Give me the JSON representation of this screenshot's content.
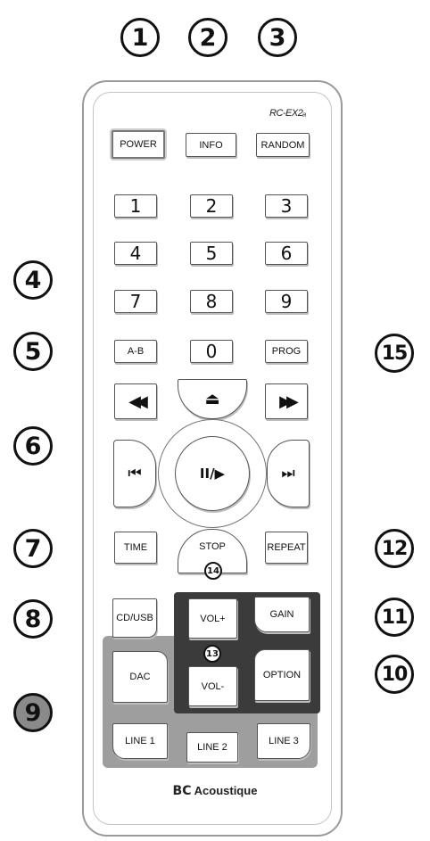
{
  "callouts": {
    "c1": "1",
    "c2": "2",
    "c3": "3",
    "c4": "4",
    "c5": "5",
    "c6": "6",
    "c7": "7",
    "c8": "8",
    "c9": "9",
    "c10": "10",
    "c11": "11",
    "c12": "12",
    "c13": "13",
    "c14": "14",
    "c15": "15"
  },
  "remote": {
    "model": "RC-EX2ₐ",
    "brand_logo": "BC",
    "brand_name": "Acoustique"
  },
  "buttons": {
    "power": "POWER",
    "info": "INFO",
    "random": "RANDOM",
    "digits": [
      "1",
      "2",
      "3",
      "4",
      "5",
      "6",
      "7",
      "8",
      "9",
      "0"
    ],
    "ab": "A-B",
    "prog": "PROG",
    "rewind": "◀◀",
    "eject": "⏏",
    "fast_forward": "▶▶",
    "prev": "⏮",
    "play_pause": "II/▶",
    "next": "⏭",
    "time": "TIME",
    "stop": "STOP",
    "repeat": "REPEAT",
    "cd_usb": "CD/USB",
    "vol_up": "VOL+",
    "gain": "GAIN",
    "dac": "DAC",
    "vol_down": "VOL-",
    "option": "OPTION",
    "line1": "LINE 1",
    "line2": "LINE 2",
    "line3": "LINE 3"
  },
  "colors": {
    "grey_zone": "#9e9e9e",
    "dark_zone": "#3b3b3b",
    "callout_nine": "#8a8a8a"
  }
}
